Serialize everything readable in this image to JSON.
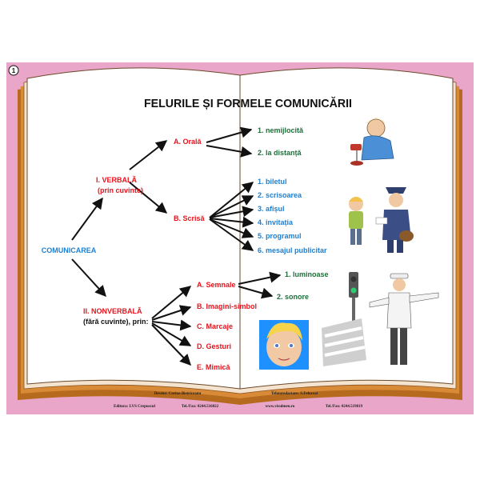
{
  "badge": "1",
  "title": "FELURILE ȘI FORMELE COMUNICĂRII",
  "root": "COMUNICAREA",
  "verbal": {
    "label": "I. VERBALĂ",
    "sub": "(prin cuvinte)",
    "oral": {
      "label": "A. Orală",
      "items": [
        "1. nemijlocită",
        "2. la distanță"
      ]
    },
    "scris": {
      "label": "B. Scrisă",
      "items": [
        "1. biletul",
        "2. scrisoarea",
        "3. afișul",
        "4. invitația",
        "5. programul",
        "6. mesajul publicitar"
      ]
    }
  },
  "nonverbal": {
    "label": "II. NONVERBALĂ",
    "sub": "(fără cuvinte), prin:",
    "items": [
      "A. Semnale",
      "B. Imagini-simbol",
      "C. Marcaje",
      "D. Gesturi",
      "E. Mimică"
    ],
    "semnale": [
      "1. luminoase",
      "2. sonore"
    ]
  },
  "footer": {
    "desen": "Desene: Corina Bistriceanu",
    "tehno": "Tehnoredactare: S.Feluceai",
    "editura": "Editura: LVS Crepuscul",
    "tel1": "Tel./Fax: 0244.516022",
    "web": "www.visulmeu.ro",
    "tel2": "Tel./Fax: 0244.519819"
  },
  "colors": {
    "pink": "#e9a6c9",
    "book_edge": "#b56a1e",
    "red": "#e8121c",
    "green": "#1d6f3a",
    "blue": "#1e7fd0",
    "title": "#111111"
  }
}
